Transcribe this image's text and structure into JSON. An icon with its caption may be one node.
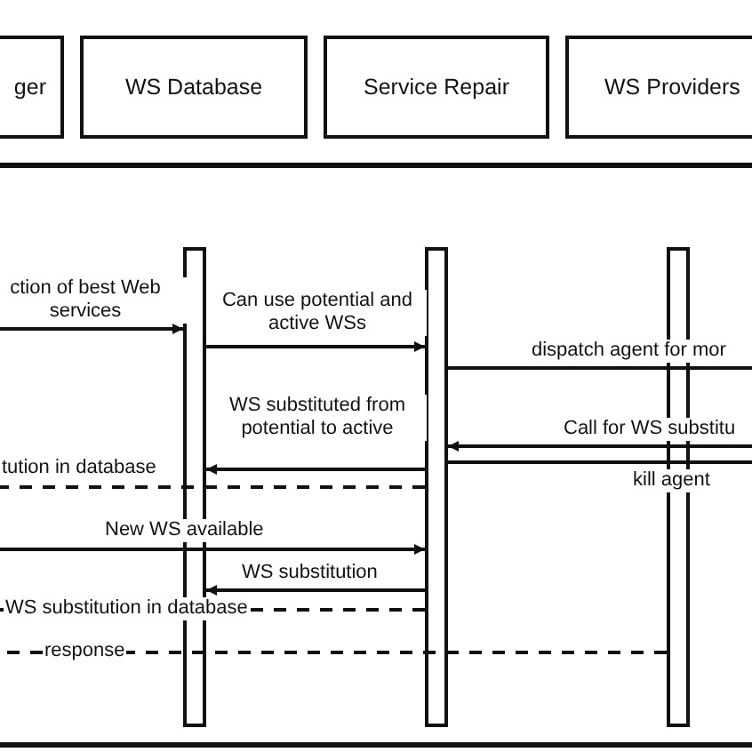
{
  "diagram": {
    "nodes": [
      {
        "text": [
          "ger"
        ]
      },
      {
        "text": [
          "WS Database"
        ]
      },
      {
        "text": [
          "Service Repair"
        ]
      },
      {
        "text": [
          "WS Providers"
        ]
      },
      {
        "text": [],
        "shape": "bar"
      },
      {
        "text": [],
        "shape": "bar"
      },
      {
        "text": [],
        "shape": "bar"
      }
    ],
    "edges": [
      {
        "from": null,
        "to": 4,
        "arrow": "to",
        "label": "ction of best Web services"
      },
      {
        "from": 4,
        "to": 5,
        "arrow": "to",
        "label": "Can use potential and active WSs"
      },
      {
        "from": 5,
        "to": null,
        "arrow": "none",
        "label": "dispatch agent for mor"
      },
      {
        "from": null,
        "to": 5,
        "arrow": "to",
        "label": "Call for WS substitu"
      },
      {
        "from": 5,
        "to": null,
        "arrow": "none",
        "label": "kill agent"
      },
      {
        "from": 5,
        "to": 4,
        "arrow": "to",
        "label": "WS substituted from potential to active"
      },
      {
        "from": 5,
        "to": null,
        "arrow": "none",
        "label": "tution in database",
        "style": "dashed"
      },
      {
        "from": null,
        "to": 5,
        "arrow": "to",
        "label": "New WS available"
      },
      {
        "from": 5,
        "to": 4,
        "arrow": "to",
        "label": "WS substitution"
      },
      {
        "from": 5,
        "to": null,
        "arrow": "none",
        "label": "WS substitution in database",
        "style": "dashed"
      },
      {
        "from": 6,
        "to": null,
        "arrow": "none",
        "label": "response",
        "style": "dashed"
      }
    ]
  }
}
